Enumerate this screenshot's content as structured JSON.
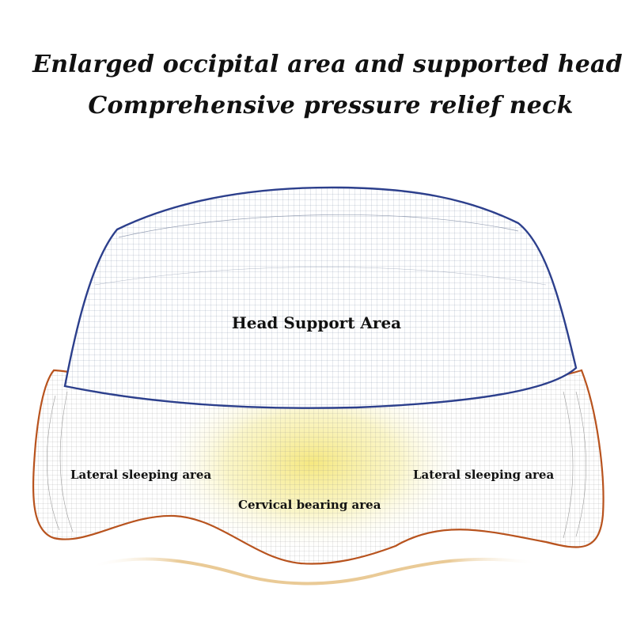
{
  "headline": {
    "line1": "Enlarged occipital area and supported head",
    "line2": "Comprehensive pressure relief neck"
  },
  "areas": {
    "head": "Head Support Area",
    "lateral_left": "Lateral sleeping area",
    "lateral_right": "Lateral sleeping area",
    "cervical": "Cervical bearing area"
  },
  "colors": {
    "head_outline": "#2c3f8c",
    "base_outline": "#b8531e",
    "mesh": "#7d8aa3",
    "cervical_glow": "#f6ec8f",
    "shadow": "#d9b47a"
  }
}
